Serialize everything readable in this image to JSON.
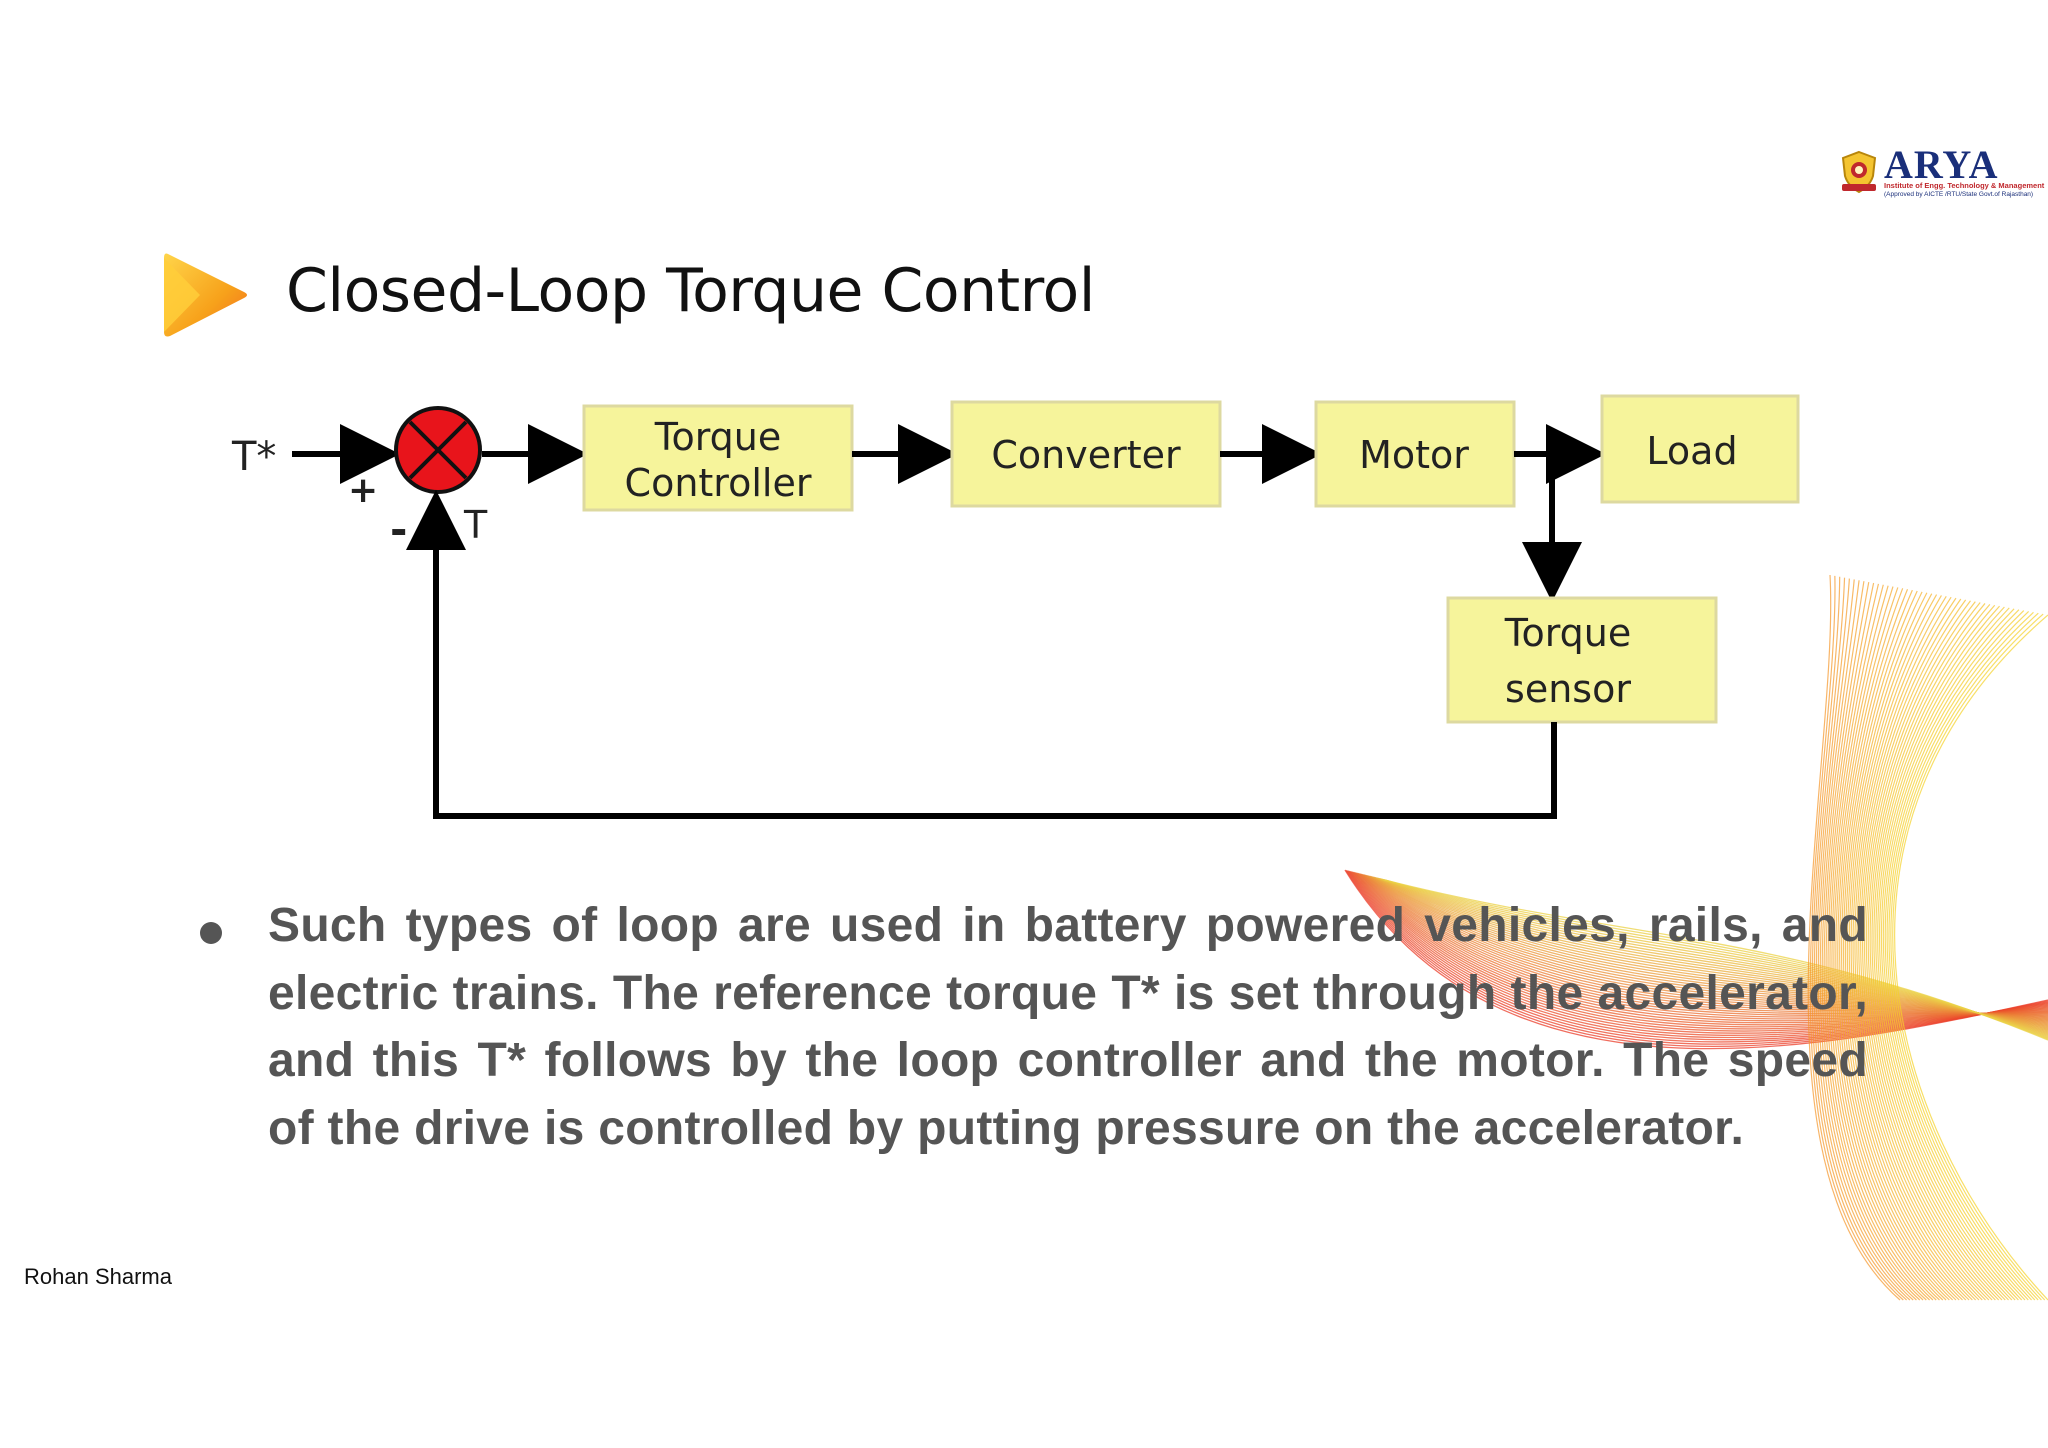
{
  "slide": {
    "title": "Closed-Loop Torque Control",
    "logo": {
      "name": "ARYA",
      "subtitle": "Institute of Engg. Technology & Management",
      "approval": "(Approved by AICTE /RTU/State Govt.of Rajasthan)"
    },
    "author": "Rohan Sharma"
  },
  "diagram": {
    "reference_label": "T*",
    "plus_label": "+",
    "minus_label": "-",
    "feedback_label": "T",
    "blocks": {
      "controller_line1": "Torque",
      "controller_line2": "Controller",
      "converter": "Converter",
      "motor": "Motor",
      "load": "Load",
      "sensor_line1": "Torque",
      "sensor_line2": "sensor"
    }
  },
  "body": {
    "bullet": "Such types of loop are used in battery powered vehicles, rails, and electric trains. The reference torque T* is set through the accelerator, and this T* follows by the loop controller and the motor. The speed of the drive is controlled by putting pressure on the accelerator."
  },
  "colors": {
    "block_fill": "#f6f49b",
    "summing_junction": "#e8141b",
    "text_gray": "#555555",
    "logo_blue": "#1a2f7a",
    "accent_orange": "#f39c12",
    "accent_red": "#e63a2a"
  }
}
